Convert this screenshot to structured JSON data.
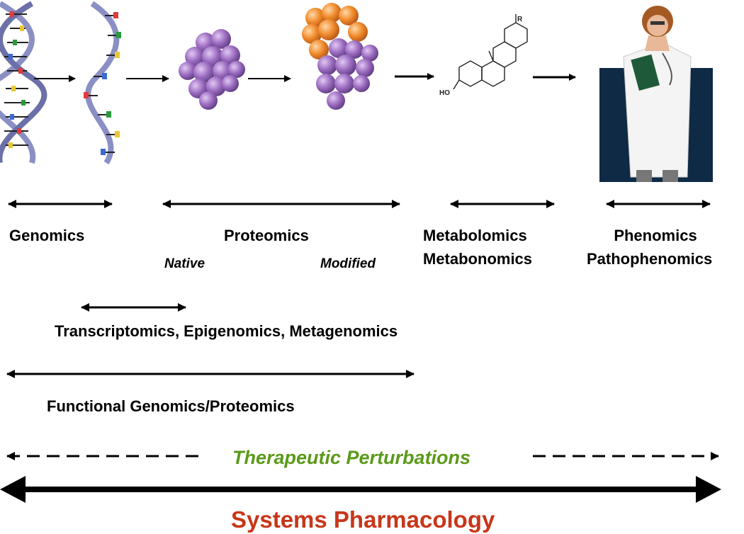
{
  "labels": {
    "genomics": "Genomics",
    "proteomics": "Proteomics",
    "native": "Native",
    "modified": "Modified",
    "metabolomics": "Metabolomics",
    "metabonomics": "Metabonomics",
    "phenomics": "Phenomics",
    "pathophenomics": "Pathophenomics",
    "transcriptomics": "Transcriptomics, Epigenomics, Metagenomics",
    "functional": "Functional Genomics/Proteomics",
    "therapeutic": "Therapeutic Perturbations",
    "systems": "Systems Pharmacology",
    "molecule_r": "R",
    "molecule_ho": "HO"
  },
  "colors": {
    "therapeutic": "#5a9a1a",
    "systems": "#c8361a",
    "protein_native": "#9b6bc0",
    "protein_modified": "#f08a2a",
    "dna_backbone": "#8a8fc4",
    "panel_bg": "#0e2a45"
  },
  "icons": {
    "dna_full": "dna-double-helix-icon",
    "dna_single": "dna-single-strand-icon",
    "protein_native": "protein-cluster-icon",
    "protein_modified": "modified-protein-cluster-icon",
    "molecule": "steroid-molecule-icon",
    "clinician": "doctor-icon"
  }
}
